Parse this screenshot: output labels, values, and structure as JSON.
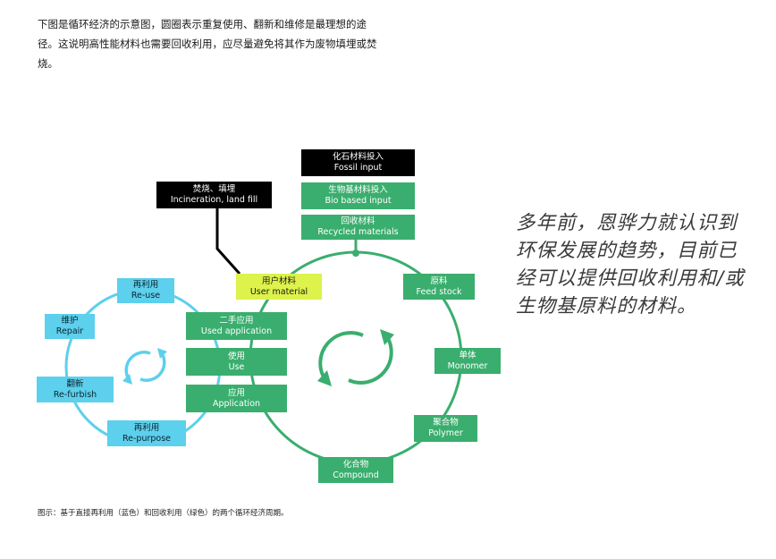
{
  "intro_text": "下图是循环经济的示意图，圆圈表示重复使用、翻新和维修是最理想的途径。这说明高性能材料也需要回收利用，应尽量避免将其作为废物填埋或焚烧。",
  "quote_text": "多年前，恩骅力就认识到环保发展的趋势，目前已经可以提供回收利用和/或生物基原料的材料。",
  "caption_text": "图示：基于直接再利用（蓝色）和回收利用（绿色）的两个循环经济周期。",
  "boxes": {
    "fossil_input": {
      "zh": "化石材料投入",
      "en": "Fossil input"
    },
    "bio_input": {
      "zh": "生物基材料投入",
      "en": "Bio based input"
    },
    "recycled": {
      "zh": "回收材料",
      "en": "Recycled materials"
    },
    "incineration": {
      "zh": "焚烧、填埋",
      "en": "Incineration, land fill"
    },
    "user_material": {
      "zh": "用户材料",
      "en": "User material"
    },
    "feed_stock": {
      "zh": "原料",
      "en": "Feed stock"
    },
    "monomer": {
      "zh": "单体",
      "en": "Monomer"
    },
    "polymer": {
      "zh": "聚合物",
      "en": "Polymer"
    },
    "compound": {
      "zh": "化合物",
      "en": "Compound"
    },
    "used_application": {
      "zh": "二手应用",
      "en": "Used application"
    },
    "use": {
      "zh": "使用",
      "en": "Use"
    },
    "application": {
      "zh": "应用",
      "en": "Application"
    },
    "reuse": {
      "zh": "再利用",
      "en": "Re-use"
    },
    "repair": {
      "zh": "维护",
      "en": "Repair"
    },
    "refurbish": {
      "zh": "翻新",
      "en": "Re-furbish"
    },
    "repurpose": {
      "zh": "再利用",
      "en": "Re-purpose"
    }
  },
  "colors": {
    "green": "#3aae6e",
    "blue": "#5cd0ec",
    "black": "#000000",
    "yellow": "#ddf24b"
  }
}
